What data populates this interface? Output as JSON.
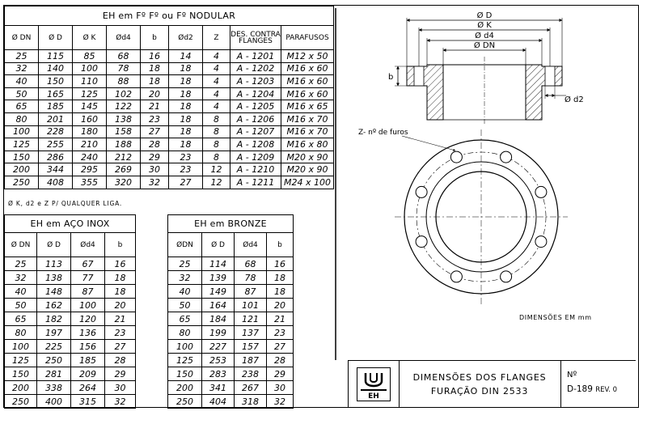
{
  "table_main": {
    "title": "EH em  Fº Fº  ou  Fº NODULAR",
    "headers": [
      "Ø DN",
      "Ø D",
      "Ø K",
      "Ød4",
      "b",
      "Ød2",
      "Z",
      "DES. CONTRA FLANGES",
      "PARAFUSOS"
    ],
    "rows": [
      [
        "25",
        "115",
        "85",
        "68",
        "16",
        "14",
        "4",
        "A - 1201",
        "M12 x 50"
      ],
      [
        "32",
        "140",
        "100",
        "78",
        "18",
        "18",
        "4",
        "A - 1202",
        "M16 x 60"
      ],
      [
        "40",
        "150",
        "110",
        "88",
        "18",
        "18",
        "4",
        "A - 1203",
        "M16 x 60"
      ],
      [
        "50",
        "165",
        "125",
        "102",
        "20",
        "18",
        "4",
        "A - 1204",
        "M16 x 60"
      ],
      [
        "65",
        "185",
        "145",
        "122",
        "21",
        "18",
        "4",
        "A - 1205",
        "M16 x 65"
      ],
      [
        "80",
        "201",
        "160",
        "138",
        "23",
        "18",
        "8",
        "A - 1206",
        "M16 x 70"
      ],
      [
        "100",
        "228",
        "180",
        "158",
        "27",
        "18",
        "8",
        "A - 1207",
        "M16 x 70"
      ],
      [
        "125",
        "255",
        "210",
        "188",
        "28",
        "18",
        "8",
        "A - 1208",
        "M16 x 80"
      ],
      [
        "150",
        "286",
        "240",
        "212",
        "29",
        "23",
        "8",
        "A - 1209",
        "M20 x 90"
      ],
      [
        "200",
        "344",
        "295",
        "269",
        "30",
        "23",
        "12",
        "A - 1210",
        "M20 x 90"
      ],
      [
        "250",
        "408",
        "355",
        "320",
        "32",
        "27",
        "12",
        "A - 1211",
        "M24 x 100"
      ]
    ],
    "note": "Ø K, d2 e Z  P/ QUALQUER  LIGA."
  },
  "table_inox": {
    "title": "EH  em  AÇO INOX",
    "headers": [
      "Ø DN",
      "Ø D",
      "Ød4",
      "b"
    ],
    "rows": [
      [
        "25",
        "113",
        "67",
        "16"
      ],
      [
        "32",
        "138",
        "77",
        "18"
      ],
      [
        "40",
        "148",
        "87",
        "18"
      ],
      [
        "50",
        "162",
        "100",
        "20"
      ],
      [
        "65",
        "182",
        "120",
        "21"
      ],
      [
        "80",
        "197",
        "136",
        "23"
      ],
      [
        "100",
        "225",
        "156",
        "27"
      ],
      [
        "125",
        "250",
        "185",
        "28"
      ],
      [
        "150",
        "281",
        "209",
        "29"
      ],
      [
        "200",
        "338",
        "264",
        "30"
      ],
      [
        "250",
        "400",
        "315",
        "32"
      ]
    ]
  },
  "table_bronze": {
    "title": "EH   em   BRONZE",
    "headers": [
      "ØDN",
      "Ø D",
      "Ød4",
      "b"
    ],
    "rows": [
      [
        "25",
        "114",
        "68",
        "16"
      ],
      [
        "32",
        "139",
        "78",
        "18"
      ],
      [
        "40",
        "149",
        "87",
        "18"
      ],
      [
        "50",
        "164",
        "101",
        "20"
      ],
      [
        "65",
        "184",
        "121",
        "21"
      ],
      [
        "80",
        "199",
        "137",
        "23"
      ],
      [
        "100",
        "227",
        "157",
        "27"
      ],
      [
        "125",
        "253",
        "187",
        "28"
      ],
      [
        "150",
        "283",
        "238",
        "29"
      ],
      [
        "200",
        "341",
        "267",
        "30"
      ],
      [
        "250",
        "404",
        "318",
        "32"
      ]
    ]
  },
  "drawing": {
    "labels": {
      "od": "Ø D",
      "ok": "Ø K",
      "od4": "Ø d4",
      "odn": "Ø DN",
      "b": "b",
      "od2": "Ø d2",
      "z_callout": "Z- nº de furos"
    },
    "units_note": "DIMENSÕES   EM  mm"
  },
  "title_block": {
    "logo_text": "EH",
    "title_line1": "DIMENSÕES DOS FLANGES",
    "title_line2": "FURAÇÃO DIN 2533",
    "number_label": "Nº",
    "number": "D-189",
    "revision": "REV. 0"
  }
}
